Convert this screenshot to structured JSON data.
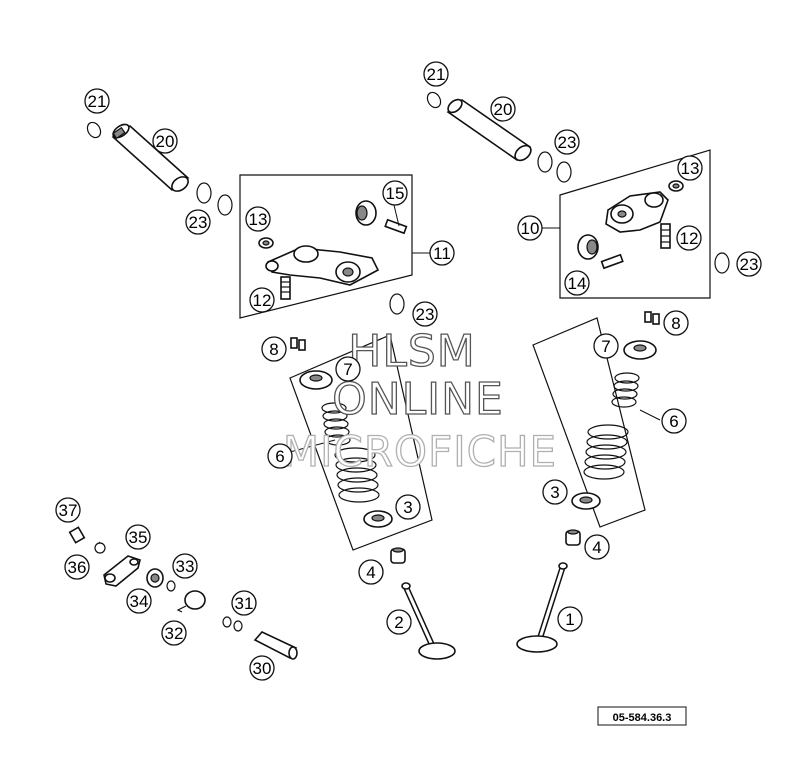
{
  "diagram_code": "05-584.36.3",
  "watermark": [
    "HLSM",
    "ONLINE",
    "MICROFICHE"
  ],
  "callouts": [
    "21",
    "20",
    "23",
    "13",
    "15",
    "11",
    "12",
    "23",
    "21",
    "20",
    "23",
    "13",
    "10",
    "12",
    "14",
    "23",
    "8",
    "7",
    "6",
    "3",
    "4",
    "2",
    "8",
    "7",
    "6",
    "3",
    "4",
    "1",
    "37",
    "35",
    "36",
    "33",
    "34",
    "31",
    "32",
    "30"
  ]
}
